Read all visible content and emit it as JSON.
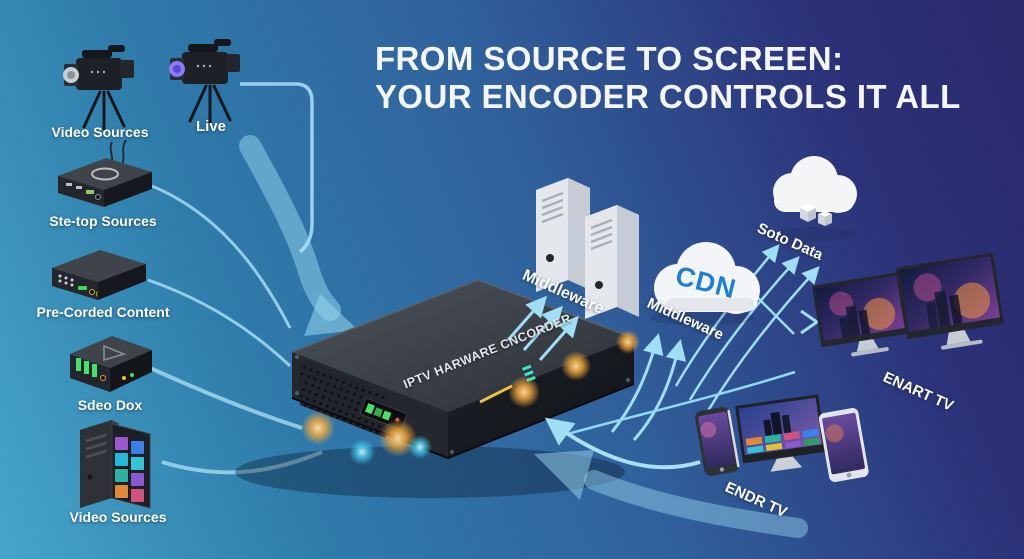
{
  "title": {
    "line1": "FROM SOURCE TO SCREEN:",
    "line2": "YOUR ENCODER CONTROLS IT ALL"
  },
  "sources": [
    {
      "label": "Video Sources",
      "icon": "video-camera-icon"
    },
    {
      "label": "Live",
      "icon": "live-camera-icon"
    },
    {
      "label": "Ste-top Sources",
      "icon": "set-top-box-icon"
    },
    {
      "label": "Pre-Corded Content",
      "icon": "recorder-box-icon"
    },
    {
      "label": "Sdeo Dox",
      "icon": "media-box-icon"
    },
    {
      "label": "Video Sources",
      "icon": "media-tower-icon"
    }
  ],
  "encoder": {
    "label": "IPTV HARWARE CNCORDER",
    "icon": "encoder-device-icon"
  },
  "distribution": {
    "servers_label": "Middleware",
    "cdn_label": "CDN",
    "cdn_sub_label": "Middleware",
    "data_cloud_label": "Soto Data"
  },
  "endpoints": {
    "smart_tv_label": "ENART TV",
    "end_tv_label": "ENDR TV"
  },
  "colors": {
    "background_bottom_left": "#46a5c9",
    "background_top_right": "#2a296b",
    "arrow": "#9fdef5",
    "glow_orange": "#f5a93b",
    "glow_cyan": "#47cdf0",
    "cdn_text": "#1d7fd8"
  }
}
